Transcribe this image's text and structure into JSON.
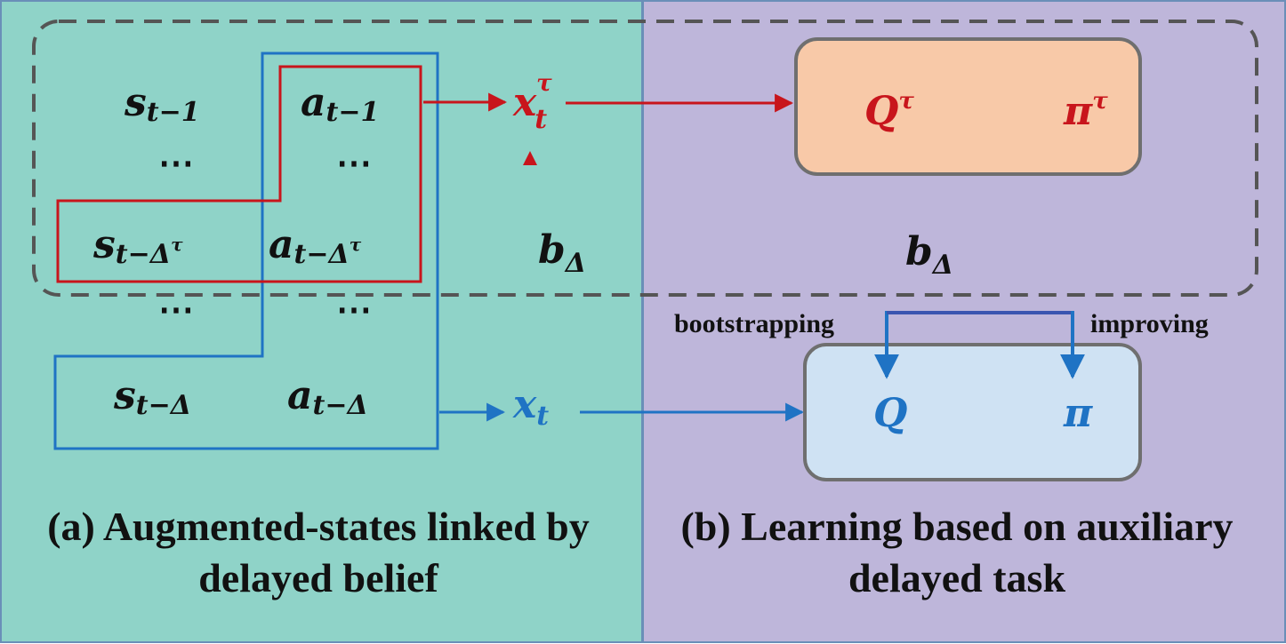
{
  "colors": {
    "left_panel": "#8fd3c8",
    "right_panel": "#beb6da",
    "panel_border": "#6a8fb8",
    "red": "#c8151c",
    "blue": "#1f73c4",
    "dashed": "#555555",
    "orange_box": "#f8c9a8",
    "blue_box": "#cfe2f3",
    "box_border": "#6f6f6f",
    "text": "#111111"
  },
  "left_panel": {
    "matrix": {
      "row1": {
        "s_base": "s",
        "s_sub": "t−1",
        "a_base": "a",
        "a_sub": "t−1"
      },
      "row_dots1": {
        "s": "⋯",
        "a": "⋯"
      },
      "row2": {
        "s_base": "s",
        "s_sub": "t−Δ",
        "s_sup": "τ",
        "a_base": "a",
        "a_sub": "t−Δ",
        "a_sup": "τ"
      },
      "row_dots2": {
        "s": "⋯",
        "a": "⋯"
      },
      "row3": {
        "s_base": "s",
        "s_sub": "t−Δ",
        "a_base": "a",
        "a_sub": "t−Δ"
      }
    },
    "x_tau": {
      "base": "x",
      "sub": "t",
      "sup": "τ"
    },
    "x_t": {
      "base": "x",
      "sub": "t"
    },
    "b_delta": {
      "base": "b",
      "sub": "Δ"
    },
    "caption": {
      "line1": "(a) Augmented-states linked by",
      "line2": "delayed belief"
    }
  },
  "right_panel": {
    "aux_box": {
      "q_base": "Q",
      "q_sup": "τ",
      "pi_base": "π",
      "pi_sup": "τ"
    },
    "main_box": {
      "q": "Q",
      "pi": "π"
    },
    "b_delta": {
      "base": "b",
      "sub": "Δ"
    },
    "bootstrapping_label": "bootstrapping",
    "improving_label": "improving",
    "caption": {
      "line1": "(b) Learning based on auxiliary",
      "line2": "delayed task"
    }
  }
}
